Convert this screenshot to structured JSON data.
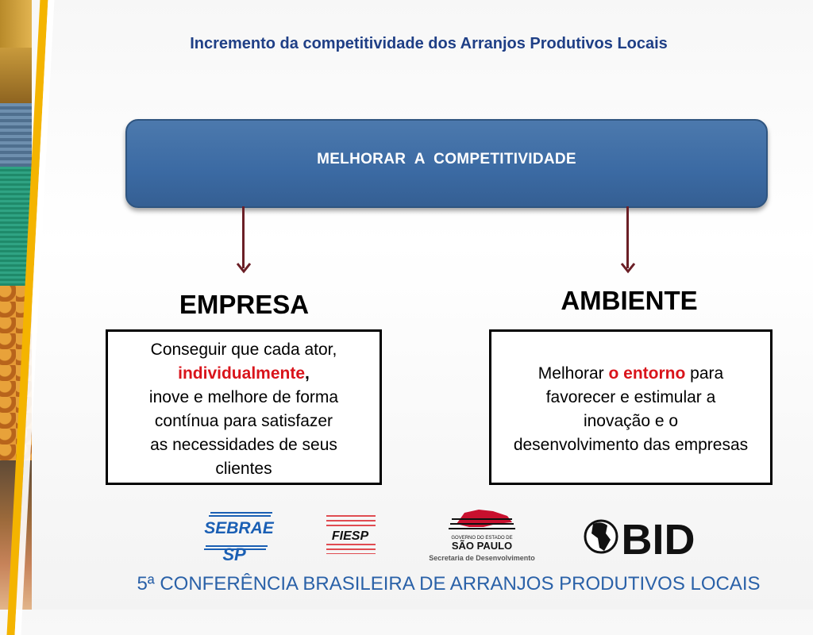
{
  "title": "Incremento da competitividade dos Arranjos Produtivos Locais",
  "top_box": {
    "label": "MELHORAR  A  COMPETITIVIDADE"
  },
  "left": {
    "heading": "EMPRESA",
    "text_line1": "Conseguir que cada ator,",
    "text_red": "individualmente",
    "text_comma": ",",
    "text_line3": "inove e melhore de forma",
    "text_line4": "contínua para satisfazer",
    "text_line5": "as necessidades de seus",
    "text_line6": "clientes"
  },
  "right": {
    "heading": "AMBIENTE",
    "text_pre": "Melhorar ",
    "text_red": "o entorno",
    "text_post": " para",
    "text_line2": "favorecer e estimular a",
    "text_line3": "inovação e o",
    "text_line4": "desenvolvimento das empresas"
  },
  "logos": {
    "sebrae_line1": "SEBRAE",
    "sebrae_line2": "SP",
    "fiesp": "FIESP",
    "sp_small": "GOVERNO DO ESTADO DE",
    "sp_big": "SÃO PAULO",
    "sp_sub": "Secretaria de Desenvolvimento",
    "bid": "BID"
  },
  "footer": "5ª CONFERÊNCIA BRASILEIRA DE ARRANJOS PRODUTIVOS LOCAIS",
  "colors": {
    "title": "#1f3f86",
    "box_blue": "#3b6aa3",
    "arrow": "#6b1f26",
    "red_text": "#d9141b",
    "footer": "#2a61a8",
    "stripe": "#f4b400"
  }
}
